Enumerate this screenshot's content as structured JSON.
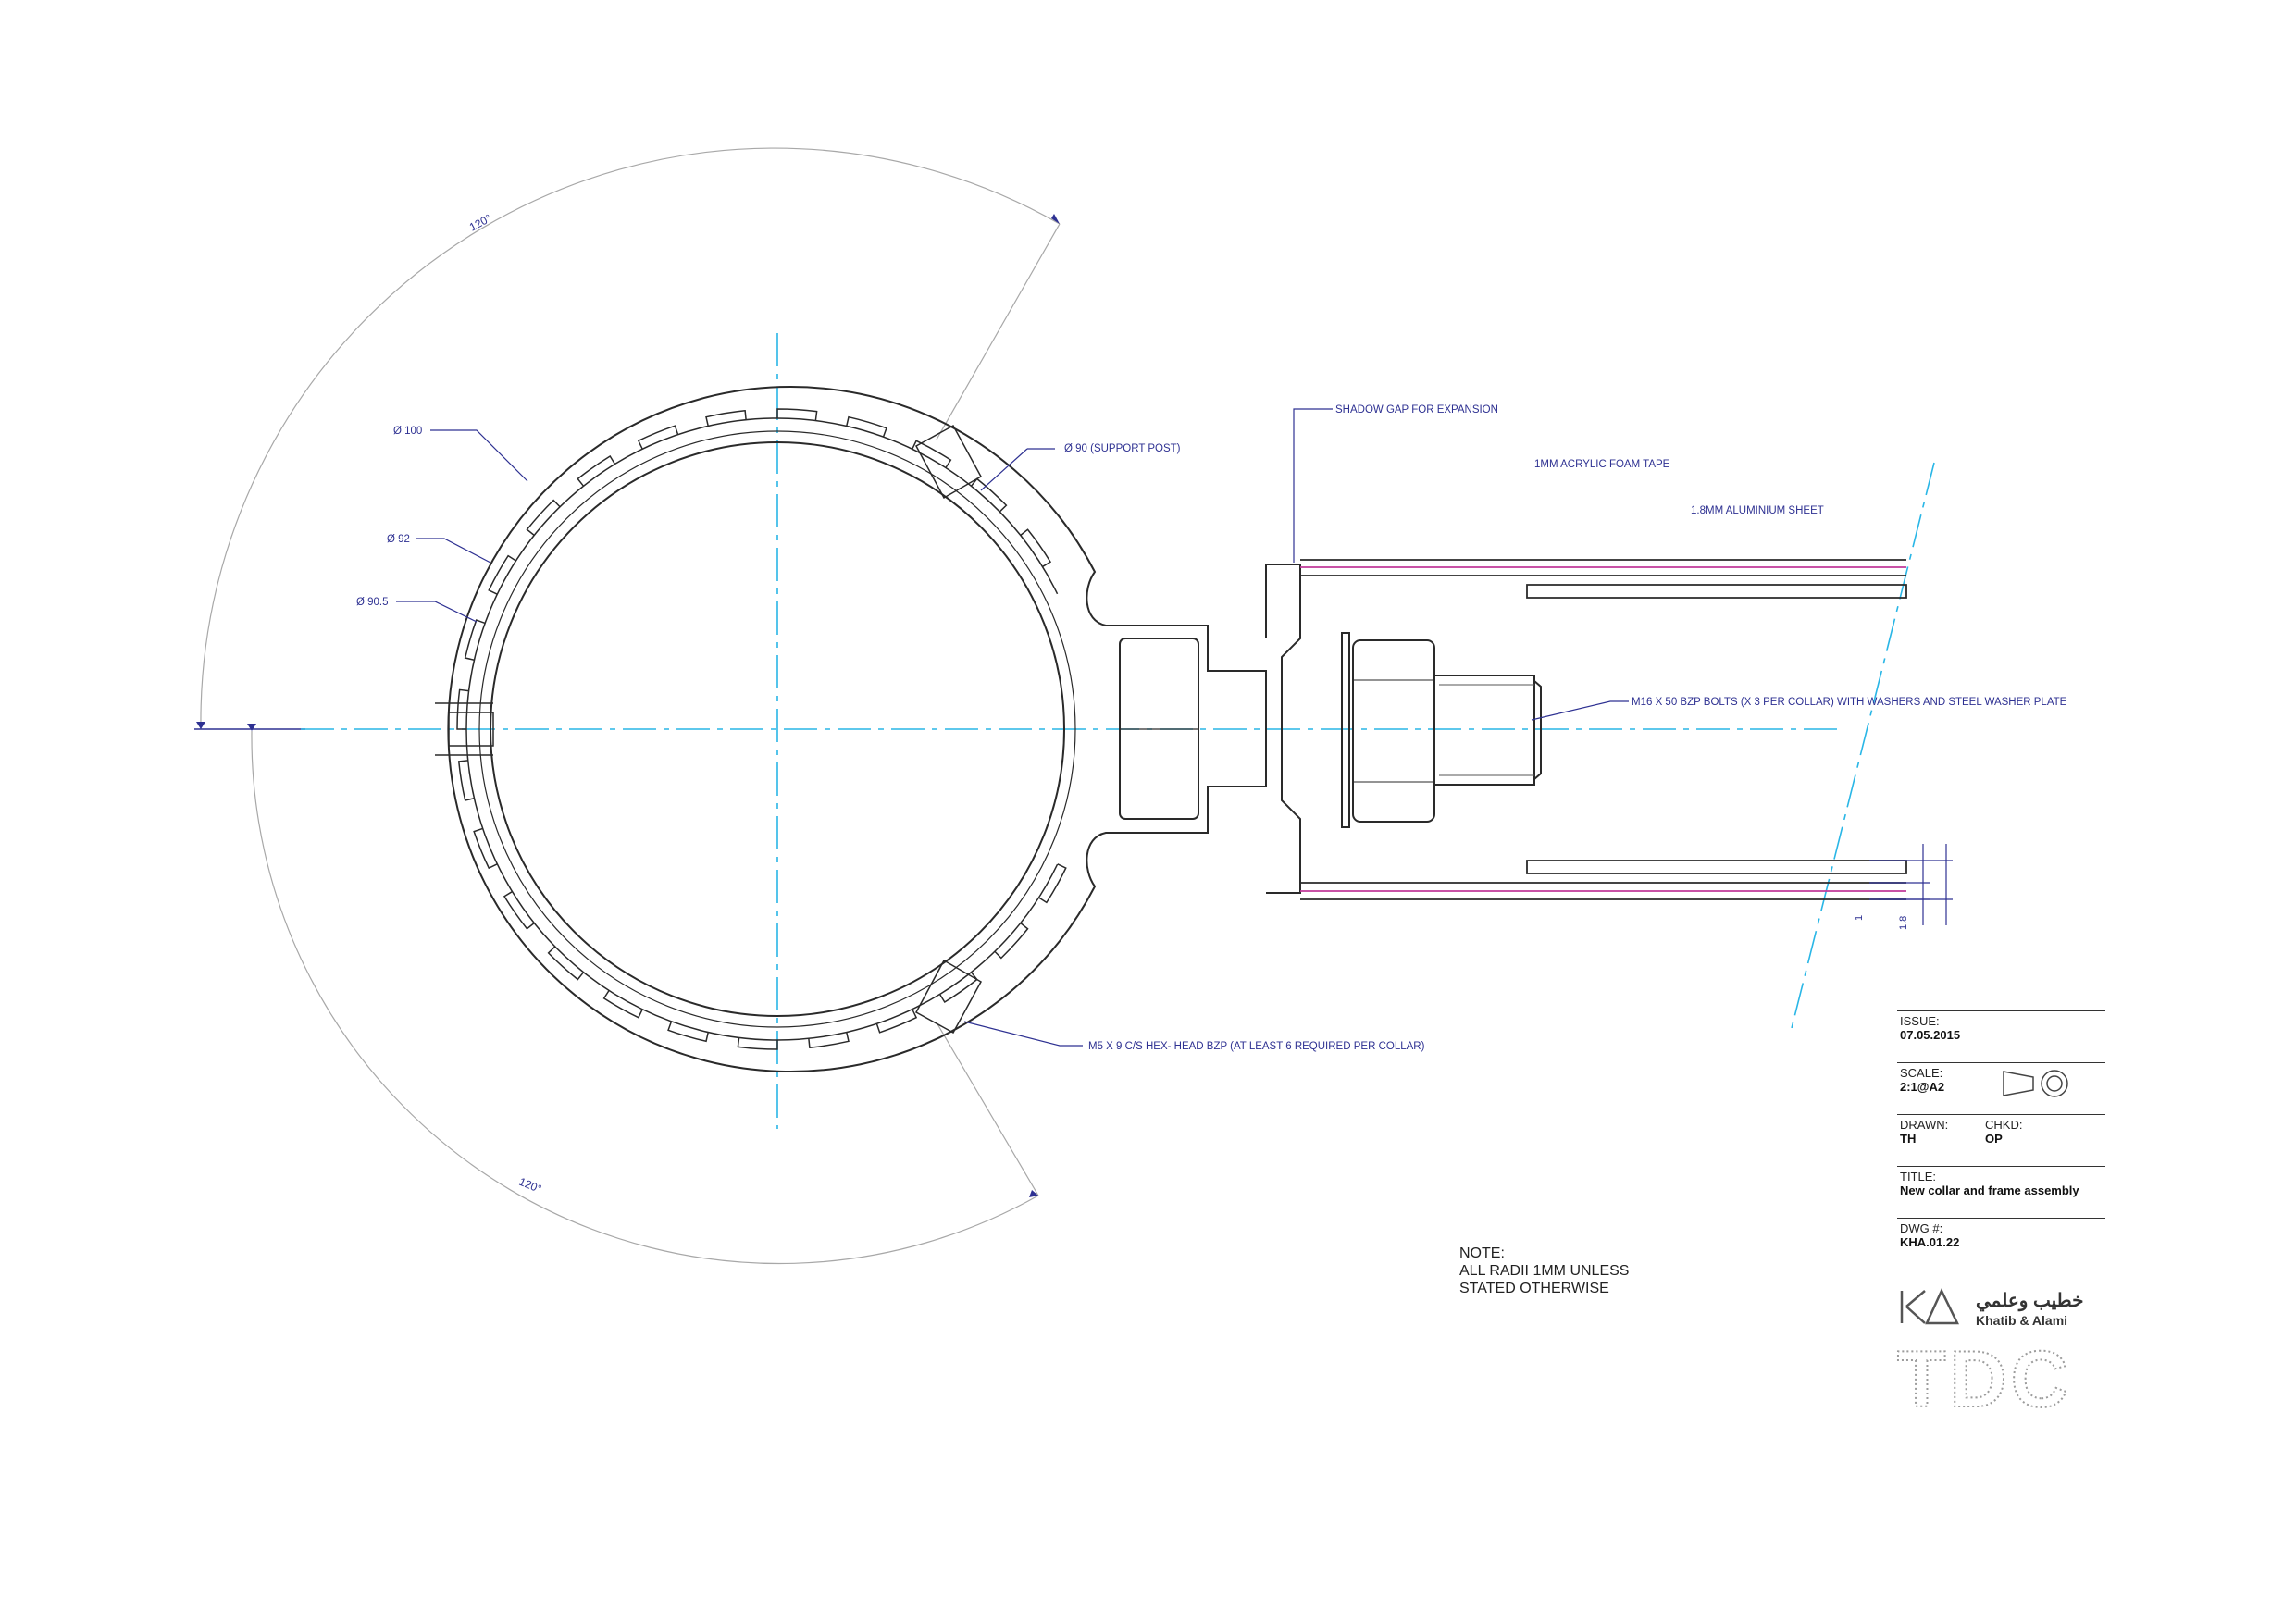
{
  "annotations": {
    "shadow_gap": "SHADOW GAP FOR EXPANSION",
    "acrylic_tape": "1MM ACRYLIC FOAM TAPE",
    "aluminium_sheet": "1.8MM ALUMINIUM SHEET",
    "support_post": "Ø 90 (SUPPORT POST)",
    "m16_bolts": "M16 X 50 BZP BOLTS (X 3 PER COLLAR) WITH WASHERS AND STEEL WASHER PLATE",
    "m5_bolts": "M5 X 9 C/S HEX- HEAD BZP (AT LEAST 6 REQUIRED PER COLLAR)"
  },
  "dimensions": {
    "dia_100": "Ø 100",
    "dia_92": "Ø 92",
    "dia_90_5": "Ø 90.5",
    "angle_top": "120°",
    "angle_bottom": "120°",
    "thickness_1": "1",
    "thickness_1_8": "1.8"
  },
  "note": {
    "heading": "NOTE:",
    "line1": "ALL RADII 1MM UNLESS",
    "line2": "STATED OTHERWISE"
  },
  "title_block": {
    "issue_label": "ISSUE:",
    "issue_value": "07.05.2015",
    "scale_label": "SCALE:",
    "scale_value": "2:1@A2",
    "drawn_label": "DRAWN:",
    "drawn_value": "TH",
    "chkd_label": "CHKD:",
    "chkd_value": "OP",
    "title_label": "TITLE:",
    "title_value": "New collar and frame assembly",
    "dwg_label": "DWG #:",
    "dwg_value": "KHA.01.22",
    "logo_arabic": "خطيب وعلمي",
    "logo_english": "Khatib & Alami",
    "logo_tdc": "TDC"
  },
  "colors": {
    "linework": "#2a2a2a",
    "annotation": "#2e3192",
    "centerline": "#29b6e6",
    "tape": "#c0399a",
    "construction": "#9a9a9a"
  }
}
